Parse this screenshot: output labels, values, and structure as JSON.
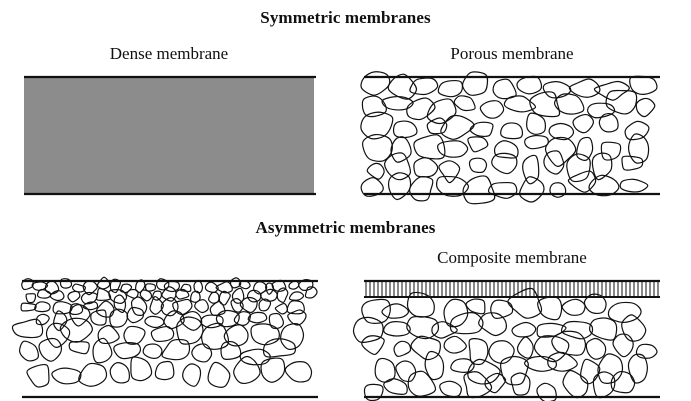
{
  "headings": {
    "symmetric": "Symmetric membranes",
    "asymmetric": "Asymmetric membranes"
  },
  "labels": {
    "dense": "Dense membrane",
    "porous": "Porous membrane",
    "composite": "Composite membrane"
  },
  "colors": {
    "dense_fill": "#8c8c8c",
    "line": "#111111",
    "background": "#ffffff"
  }
}
